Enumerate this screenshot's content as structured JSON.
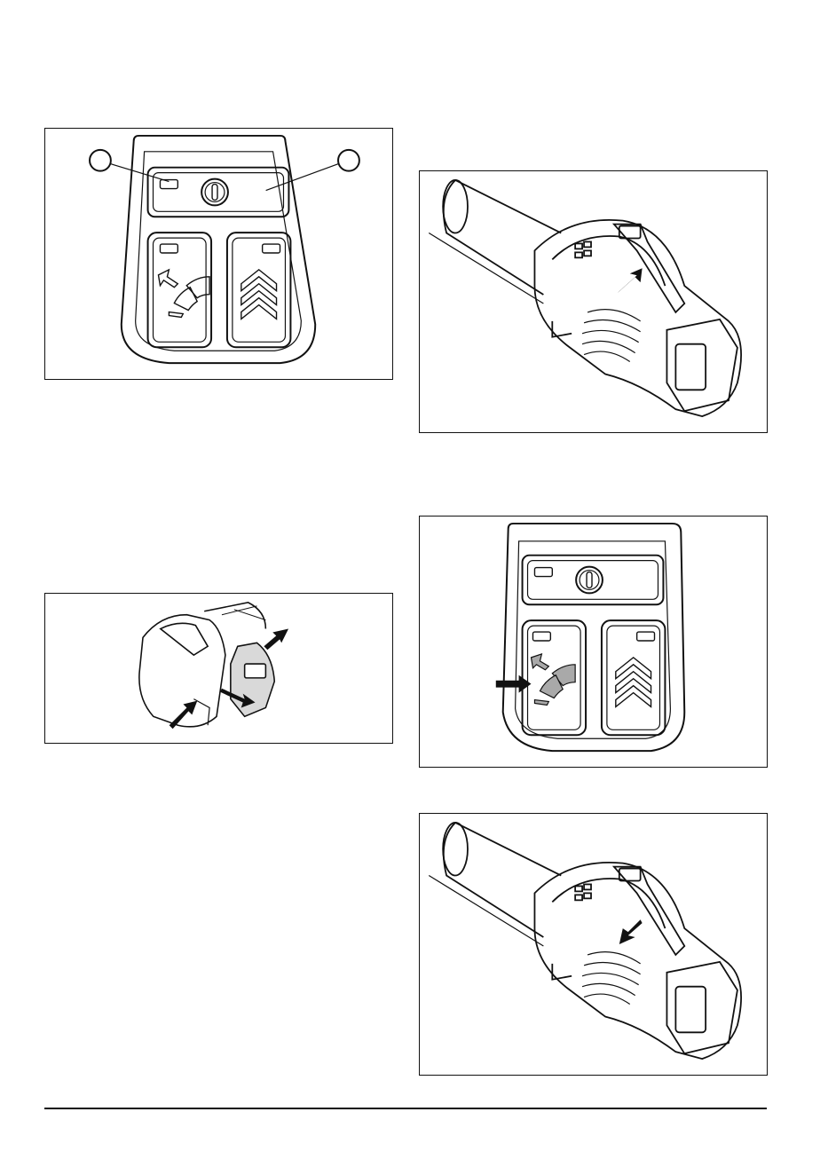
{
  "figures": [
    {
      "id": "control-panel-callouts",
      "icons": [
        "power-button-icon",
        "led-indicator-icon",
        "cruise-control-icon",
        "boost-icon"
      ]
    },
    {
      "id": "blower-handle-trigger-up",
      "icons": [
        "arrow-icon"
      ]
    },
    {
      "id": "battery-release",
      "icons": [
        "arrow-icon"
      ]
    },
    {
      "id": "control-panel-cruise-press",
      "icons": [
        "arrow-icon",
        "cruise-control-icon",
        "boost-icon"
      ]
    },
    {
      "id": "blower-handle-trigger-down",
      "icons": [
        "arrow-icon"
      ]
    }
  ],
  "colors": {
    "line": "#111111",
    "shade": "#a9a9a9",
    "panel": "#ffffff"
  }
}
